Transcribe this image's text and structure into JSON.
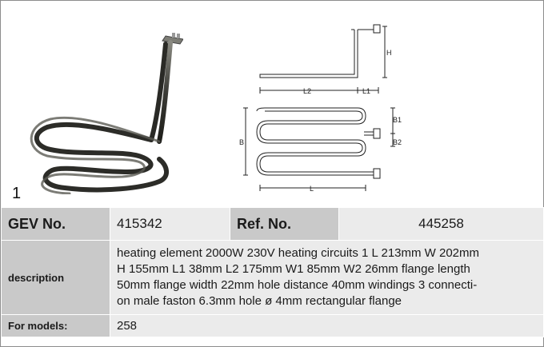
{
  "figure": {
    "index_number": "1",
    "dimension_labels": {
      "h": "H",
      "l1": "L1",
      "l2": "L2",
      "b": "B",
      "b1": "B1",
      "b2": "B2",
      "l": "L"
    }
  },
  "table": {
    "gev_label": "GEV No.",
    "gev_value": "415342",
    "ref_label": "Ref. No.",
    "ref_value": "445258",
    "description_label": "description",
    "description_lines": [
      "heating element  2000W 230V heating circuits 1 L 213mm W 202mm",
      "H 155mm L1 38mm L2 175mm W1 85mm W2 26mm flange length",
      "50mm flange width 22mm hole distance 40mm windings 3 connecti-",
      "on male faston 6.3mm hole ø 4mm rectangular flange"
    ],
    "models_label": "For models:",
    "models_value": "258"
  },
  "colors": {
    "label_bg": "#c9c9c9",
    "value_bg": "#ebebeb",
    "border": "#8c8c8c"
  }
}
